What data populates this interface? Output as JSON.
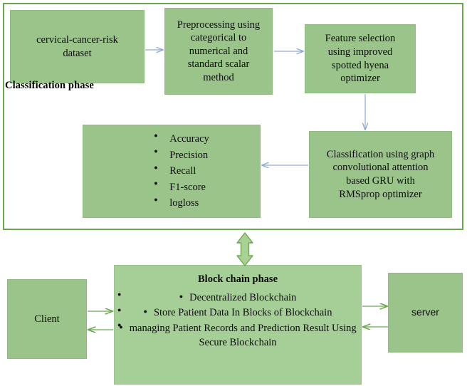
{
  "diagram": {
    "title_visible": false,
    "phase_frame_label": "Classification phase",
    "colors": {
      "box_fill": "#9ac48a",
      "blockchain_fill": "#a5cf96",
      "frame_border": "#6aa84f",
      "thin_arrow": "#8ea9d6",
      "green_arrow": "#6aa84f",
      "text": "#0d0d0d"
    }
  },
  "boxes": {
    "dataset": {
      "lines": [
        "cervical-cancer-risk",
        "dataset"
      ]
    },
    "preprocessing": {
      "lines": [
        "Preprocessing using",
        "categorical to",
        "numerical and",
        "standard scalar",
        "method"
      ]
    },
    "feature_selection": {
      "lines": [
        "Feature selection",
        "using improved",
        "spotted hyena",
        "optimizer"
      ]
    },
    "classification": {
      "lines": [
        "Classification  using graph",
        "convolutional attention",
        "based GRU with",
        "RMSprop optimizer"
      ]
    },
    "metrics": {
      "items": [
        "Accuracy",
        "Precision",
        "Recall",
        "F1-score",
        "logloss"
      ]
    },
    "client": {
      "label": "Client"
    },
    "server": {
      "label": "server"
    },
    "blockchain": {
      "title": "Block chain phase",
      "items": [
        "Decentralized  Blockchain",
        "Store Patient Data In Blocks of Blockchain",
        "managing Patient Records and Prediction Result Using Secure Blockchain"
      ]
    }
  },
  "arrows": [
    {
      "name": "dataset-to-preprocessing",
      "direction": "right"
    },
    {
      "name": "preprocessing-to-feature-selection",
      "direction": "right"
    },
    {
      "name": "feature-selection-to-classification",
      "direction": "down"
    },
    {
      "name": "classification-to-metrics",
      "direction": "left"
    },
    {
      "name": "classification-phase-to-blockchain-phase",
      "direction": "both"
    },
    {
      "name": "client-to-blockchain",
      "direction": "right"
    },
    {
      "name": "blockchain-to-client",
      "direction": "left"
    },
    {
      "name": "blockchain-to-server",
      "direction": "right"
    },
    {
      "name": "server-to-blockchain",
      "direction": "left"
    }
  ]
}
